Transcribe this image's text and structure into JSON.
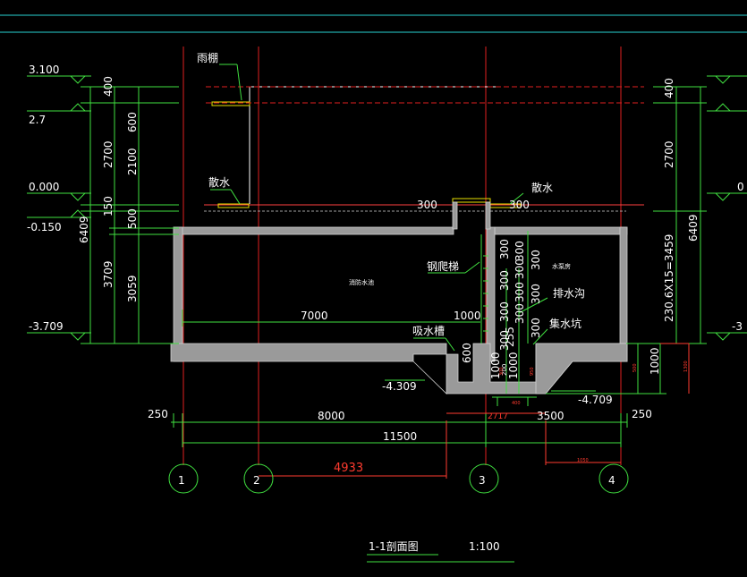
{
  "labels": {
    "canopy": "雨棚",
    "apron_left": "散水",
    "apron_right": "散水",
    "ladder": "钢爬梯",
    "fire_pool": "消防水池",
    "pump_room": "水泵房",
    "drain_ditch": "排水沟",
    "sump": "集水坑",
    "suction_trough": "吸水槽"
  },
  "elevations": {
    "l1": "3.100",
    "l2": "2.7",
    "l3": "0.000",
    "l4": "-0.150",
    "l5": "-3.709",
    "b1": "-4.309",
    "b2": "-4.709",
    "r3": "0",
    "r5": "-3"
  },
  "dims": {
    "lo1": "400",
    "lo2": "2700",
    "lo3": "150",
    "lo4": "3709",
    "lo5": "6409",
    "li1": "600",
    "li2": "2100",
    "li3": "500",
    "li4": "3059",
    "ro1": "400",
    "ro2": "2700",
    "ro3": "230.6X15=3459",
    "ro4": "6409",
    "d7000": "7000",
    "d1000a": "1000",
    "d600": "600",
    "d1000b": "1000",
    "d1000c": "1000",
    "d1000d": "1000",
    "d255": "255",
    "d200": "200",
    "d300a": "300",
    "s300_1": "300",
    "s300_2": "300",
    "s300_3": "300",
    "s300_4": "300",
    "s300_5": "300",
    "s300_6": "300",
    "s300_7": "300",
    "s300_8": "300",
    "s300_9": "300",
    "s300_10": "300",
    "s300_11": "300",
    "s300_12": "300",
    "d250a": "250",
    "d250b": "250",
    "d8000": "8000",
    "d3500": "3500",
    "d11500": "11500",
    "r2717": "2717",
    "r4933": "4933",
    "r400": "400",
    "r1050": "1050",
    "r500": "500",
    "r300": "300",
    "r950": "950",
    "r1300": "1300"
  },
  "axes": {
    "a1": "1",
    "a2": "2",
    "a3": "3",
    "a4": "4"
  },
  "title": {
    "main": "1-1剖面图",
    "scale": "1:100"
  }
}
